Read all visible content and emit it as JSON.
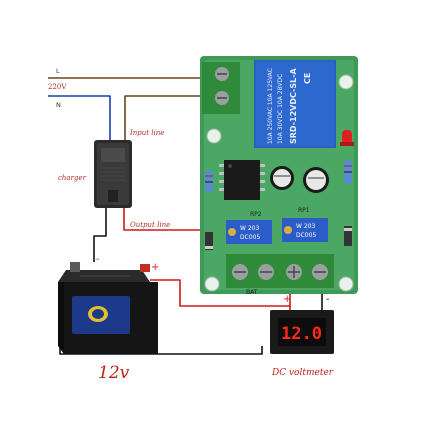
{
  "labels": {
    "l": "L",
    "ac_voltage": "220V",
    "n": "N",
    "input_line": "Input line",
    "charger": "charger",
    "output_line": "Output line",
    "battery_voltage": "12v",
    "dc_voltmeter": "DC voltmeter",
    "voltmeter_reading": "12.0",
    "plus": "+",
    "minus": "-"
  },
  "board": {
    "relay_lines": [
      "10A 250VAC  10A 125VAC",
      "10A 30VDC  10A 28VDC"
    ],
    "relay_model": "SRD-12VDC-SL-A",
    "relay_brand": "CE",
    "pot_left_label": "RP2",
    "pot_right_label": "RP1",
    "pot_text": "W 203",
    "pot_code": "DC005",
    "bat_label": "BAT"
  },
  "colors": {
    "pcb": "#3f9a5a",
    "terminal": "#2f8a3a",
    "relay": "#2a5fc4",
    "wire_red": "#d01818",
    "wire_black": "#111111",
    "wire_blue": "#1c3fb0",
    "wire_brown": "#6a4424",
    "text_red": "#c0201a"
  }
}
